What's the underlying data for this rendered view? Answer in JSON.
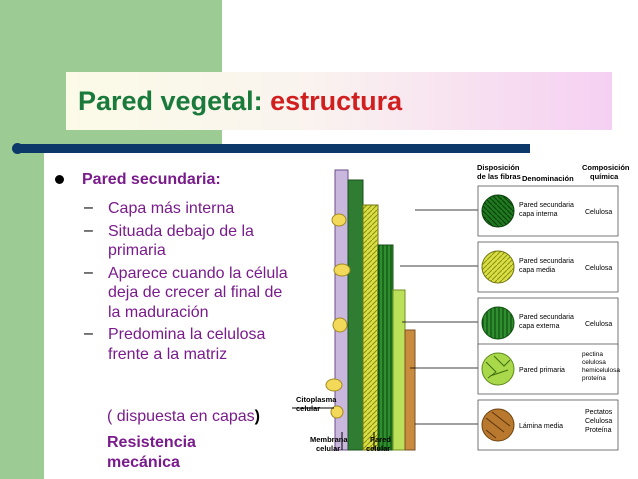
{
  "slide": {
    "title_main": "Pared vegetal: ",
    "title_accent": "estructura",
    "heading": "Pared secundaria:",
    "items": [
      "Capa más interna",
      "Situada debajo de la primaria",
      "Aparece cuando la célula deja de crecer al final de la maduración",
      "Predomina la celulosa frente a la matriz"
    ],
    "extra_line": "( dispuesta en capas",
    "extra_paren": ")",
    "resistance": "Resistencia mecánica"
  },
  "diagram": {
    "header_fibers": [
      "Disposición",
      "de las fibras"
    ],
    "header_denomination": "Denominación",
    "header_composition": [
      "Composición",
      "química"
    ],
    "label_cytoplasm": [
      "Citoplasma",
      "celular"
    ],
    "label_membrane": [
      "Membrana",
      "celular"
    ],
    "label_wall": [
      "Pared",
      "celular"
    ],
    "rows": [
      {
        "name": [
          "Pared secundaria",
          "capa interna"
        ],
        "composition": [
          "Celulosa"
        ],
        "color": "#1f7a1f"
      },
      {
        "name": [
          "Pared secundaria",
          "capa media"
        ],
        "composition": [
          "Celulosa"
        ],
        "color": "#d6dc3a"
      },
      {
        "name": [
          "Pared secundaria",
          "capa externa"
        ],
        "composition": [
          "Celulosa"
        ],
        "color": "#2f8f2f"
      },
      {
        "name": [
          "Pared primaria"
        ],
        "composition": [
          "pectina",
          "celulosa",
          "hemicelulosa",
          "proteína"
        ],
        "color": "#9acd32"
      },
      {
        "name": [
          "Lámina media"
        ],
        "composition": [
          "Pectatos",
          "Celulosa",
          "Proteína"
        ],
        "color": "#b8782d"
      }
    ]
  }
}
